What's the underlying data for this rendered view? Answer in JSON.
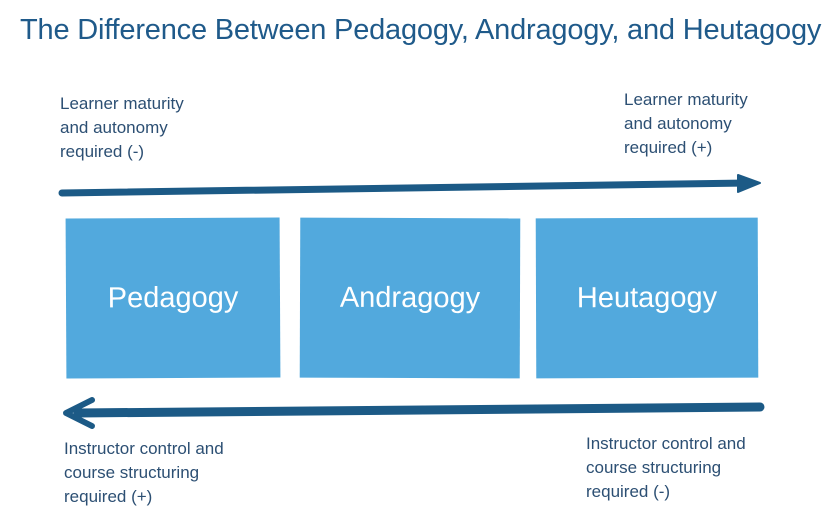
{
  "title": "The Difference Between Pedagogy, Andragogy, and Heutagogy",
  "boxes": [
    {
      "label": "Pedagogy"
    },
    {
      "label": "Andragogy"
    },
    {
      "label": "Heutagogy"
    }
  ],
  "top_arrow": {
    "left_note": "Learner maturity\nand autonomy\nrequired (-)",
    "right_note": "Learner maturity\nand autonomy\nrequired (+)",
    "direction": "right"
  },
  "bottom_arrow": {
    "left_note": "Instructor control and\ncourse structuring\nrequired (+)",
    "right_note": "Instructor control and\ncourse structuring\nrequired (-)",
    "direction": "left"
  },
  "colors": {
    "title": "#1f5a8a",
    "text": "#2c4f73",
    "box_fill": "#52a9dd",
    "box_text": "#ffffff",
    "arrow": "#1c5a86"
  }
}
